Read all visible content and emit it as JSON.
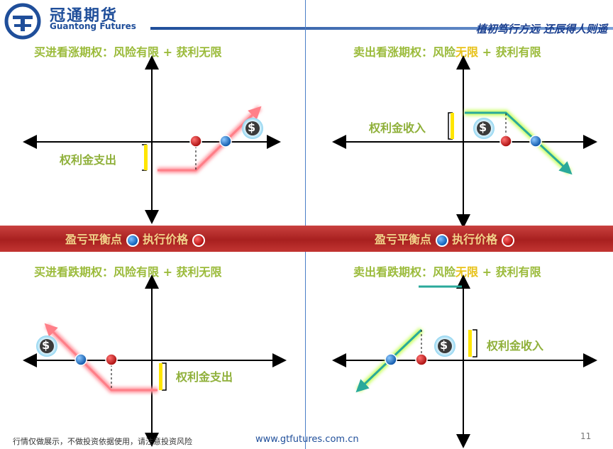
{
  "header": {
    "brand_cn": "冠通期货",
    "brand_en": "Guantong Futures",
    "slogan": "植初笃行方远  还辰得人则遥"
  },
  "quadrants": {
    "top_left": {
      "title": "买进看涨期权：风险有限 + 获利无限",
      "brace_label": "权利金支出"
    },
    "top_right": {
      "title_a": "卖出看涨期权：风险",
      "title_b": "无限",
      "title_c": " + 获利有限",
      "brace_label": "权利金收入"
    },
    "bottom_left": {
      "title": "买进看跌期权：风险有限 + 获利无限",
      "brace_label": "权利金支出"
    },
    "bottom_right": {
      "title_a": "卖出看跌期权：风险",
      "title_b": "无限",
      "title_c": " + 获利有限",
      "brace_label": "权利金收入"
    }
  },
  "band": {
    "left": {
      "breakeven": "盈亏平衡点",
      "strike": "执行价格"
    },
    "right": {
      "breakeven": "盈亏平衡点",
      "strike": "执行价格"
    }
  },
  "dollar_symbol": "$",
  "footer": {
    "disclaimer": "行情仅做展示，不做投资依据使用，请注意投资风险",
    "url": "www.gtfutures.com.cn",
    "page": "11"
  },
  "colors": {
    "brand_blue": "#1f4e9a",
    "title_green": "#9bbb3b",
    "band_red": "#b0282a",
    "payoff_red": "#ff7f88",
    "payoff_green": "#2aa99b"
  }
}
